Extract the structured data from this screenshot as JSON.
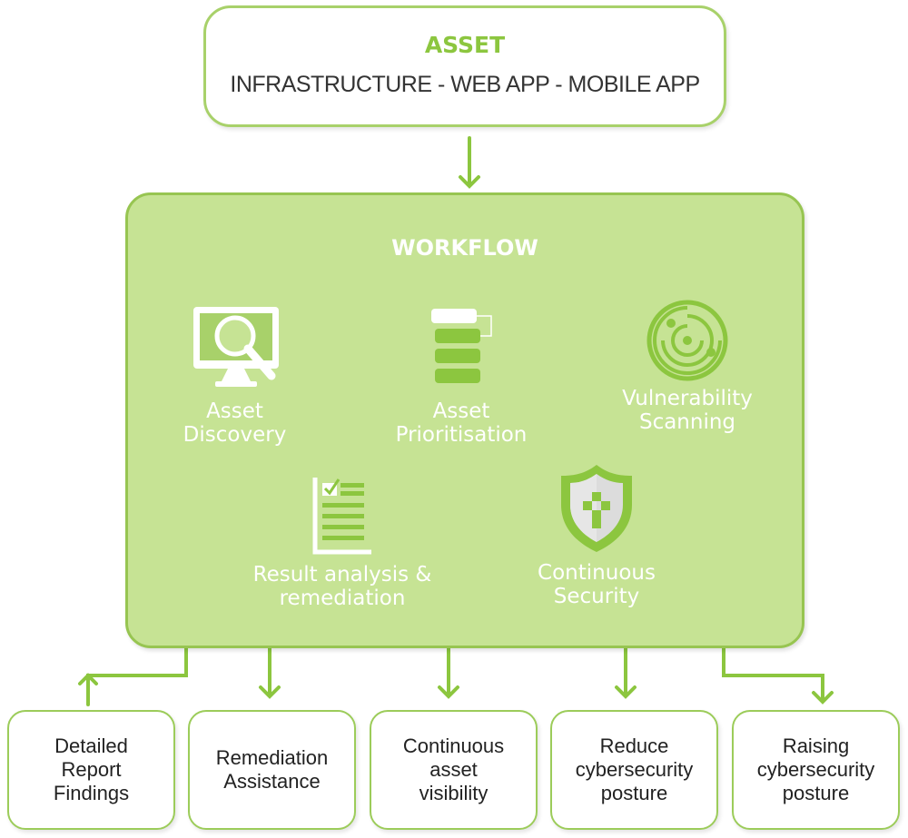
{
  "asset": {
    "title": "ASSET",
    "subtitle": "INFRASTRUCTURE - WEB APP - MOBILE APP"
  },
  "workflow": {
    "title": "WORKFLOW",
    "steps": [
      {
        "label": "Asset\nDiscovery",
        "icon": "monitor-magnifier-icon"
      },
      {
        "label": "Asset\nPrioritisation",
        "icon": "stacked-bars-icon"
      },
      {
        "label": "Vulnerability\nScanning",
        "icon": "maze-circle-icon"
      },
      {
        "label": "Result analysis &\nremediation",
        "icon": "checklist-icon"
      },
      {
        "label": "Continuous\nSecurity",
        "icon": "shield-icon"
      }
    ]
  },
  "outcomes": [
    {
      "label": "Detailed\nReport\nFindings"
    },
    {
      "label": "Remediation\nAssistance"
    },
    {
      "label": "Continuous\nasset\nvisibility"
    },
    {
      "label": "Reduce\ncybersecurity\nposture"
    },
    {
      "label": "Raising\ncybersecurity\nposture"
    }
  ],
  "colors": {
    "accent": "#8cc63f",
    "panel": "#c6e394",
    "border": "#97c551",
    "arrow": "#8cc63f"
  }
}
